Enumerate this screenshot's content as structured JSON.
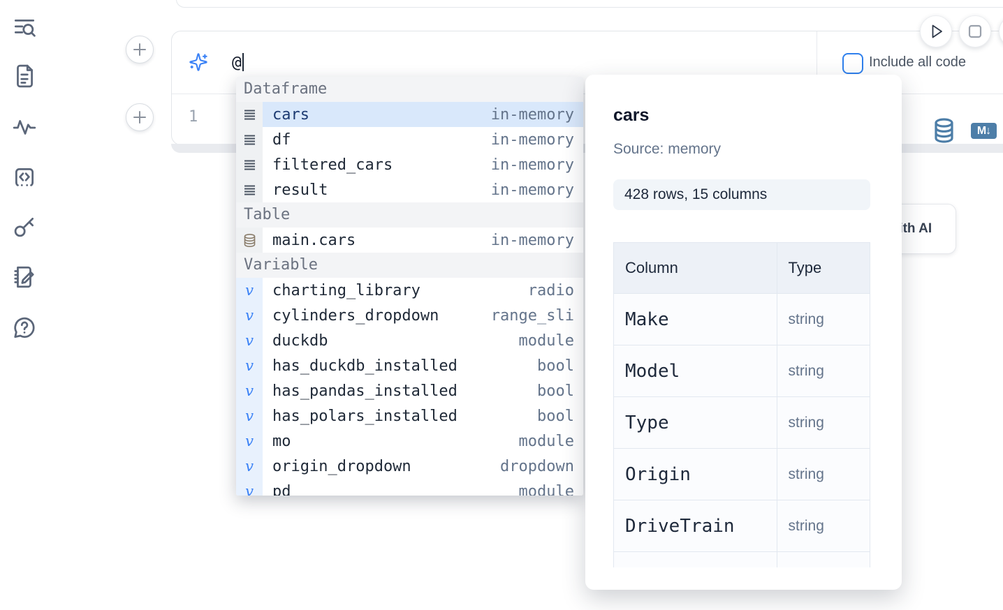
{
  "sidebar": {
    "items": [
      {
        "icon": "toc-search-icon"
      },
      {
        "icon": "file-document-icon"
      },
      {
        "icon": "activity-icon"
      },
      {
        "icon": "snippets-icon"
      },
      {
        "icon": "key-icon"
      },
      {
        "icon": "scratchpad-icon"
      },
      {
        "icon": "help-chat-icon"
      }
    ]
  },
  "run_controls": {
    "play_icon": "play-icon",
    "stop_icon": "stop-icon",
    "more_icon": "partial-circle-button"
  },
  "toolbar": {
    "include_all_code_label": "Include all code"
  },
  "prompt": {
    "icon": "sparkles-icon",
    "value": "@"
  },
  "editor": {
    "line_number": "1"
  },
  "cell_actions": {
    "database_icon": "database-icon",
    "markdown_badge_label": "M↓"
  },
  "autocomplete": {
    "sections": [
      {
        "label": "Dataframe",
        "icon": "dataframe-rows-icon",
        "items": [
          {
            "name": "cars",
            "type": "in-memory",
            "selected": true
          },
          {
            "name": "df",
            "type": "in-memory"
          },
          {
            "name": "filtered_cars",
            "type": "in-memory"
          },
          {
            "name": "result",
            "type": "in-memory"
          }
        ]
      },
      {
        "label": "Table",
        "icon": "table-database-icon",
        "items": [
          {
            "name": "main.cars",
            "type": "in-memory"
          }
        ]
      },
      {
        "label": "Variable",
        "icon": "variable-icon",
        "items": [
          {
            "name": "charting_library",
            "type": "radio"
          },
          {
            "name": "cylinders_dropdown",
            "type": "range_sli"
          },
          {
            "name": "duckdb",
            "type": "module"
          },
          {
            "name": "has_duckdb_installed",
            "type": "bool"
          },
          {
            "name": "has_pandas_installed",
            "type": "bool"
          },
          {
            "name": "has_polars_installed",
            "type": "bool"
          },
          {
            "name": "mo",
            "type": "module"
          },
          {
            "name": "origin_dropdown",
            "type": "dropdown"
          },
          {
            "name": "pd",
            "type": "module",
            "partial": true
          }
        ]
      }
    ]
  },
  "popup": {
    "title": "cars",
    "source": "Source: memory",
    "shape_badge": "428 rows, 15 columns",
    "table": {
      "headers": [
        "Column",
        "Type"
      ],
      "rows": [
        [
          "Make",
          "string"
        ],
        [
          "Model",
          "string"
        ],
        [
          "Type",
          "string"
        ],
        [
          "Origin",
          "string"
        ],
        [
          "DriveTrain",
          "string"
        ],
        [
          "",
          ""
        ]
      ]
    }
  },
  "generate_button": {
    "label": "Generate with AI"
  },
  "colors": {
    "accent_blue": "#3b82f6",
    "steel_blue": "#4d7ea8",
    "selection_blue": "#d9e8fb",
    "variable_gutter": "#e8f1fd",
    "gutter_gray": "#eff1f3",
    "header_gray": "#f3f4f6",
    "text_dark": "#1f2937",
    "text_muted": "#64748b"
  }
}
